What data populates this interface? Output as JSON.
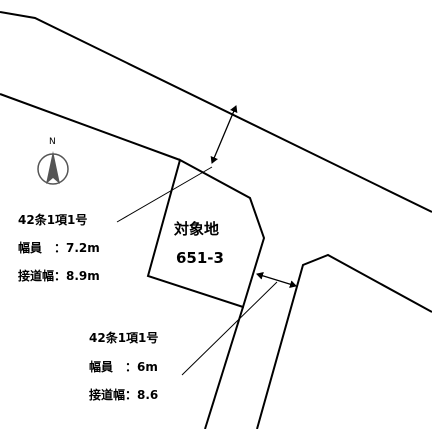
{
  "map": {
    "colors": {
      "line": "#000000",
      "background": "#ffffff",
      "north_fill": "#555555"
    },
    "north_arrow": {
      "letter": "N"
    },
    "subject_lot": {
      "title": "対象地",
      "number": "651-3"
    },
    "road_west": {
      "designation": "42条1項1号",
      "width_label": "幅員　：7.2m",
      "frontage_label": "接道幅：8.9m"
    },
    "road_south": {
      "designation": "42条1項1号",
      "width_label": "幅員　：6m",
      "frontage_label": "接道幅：8.6"
    }
  }
}
